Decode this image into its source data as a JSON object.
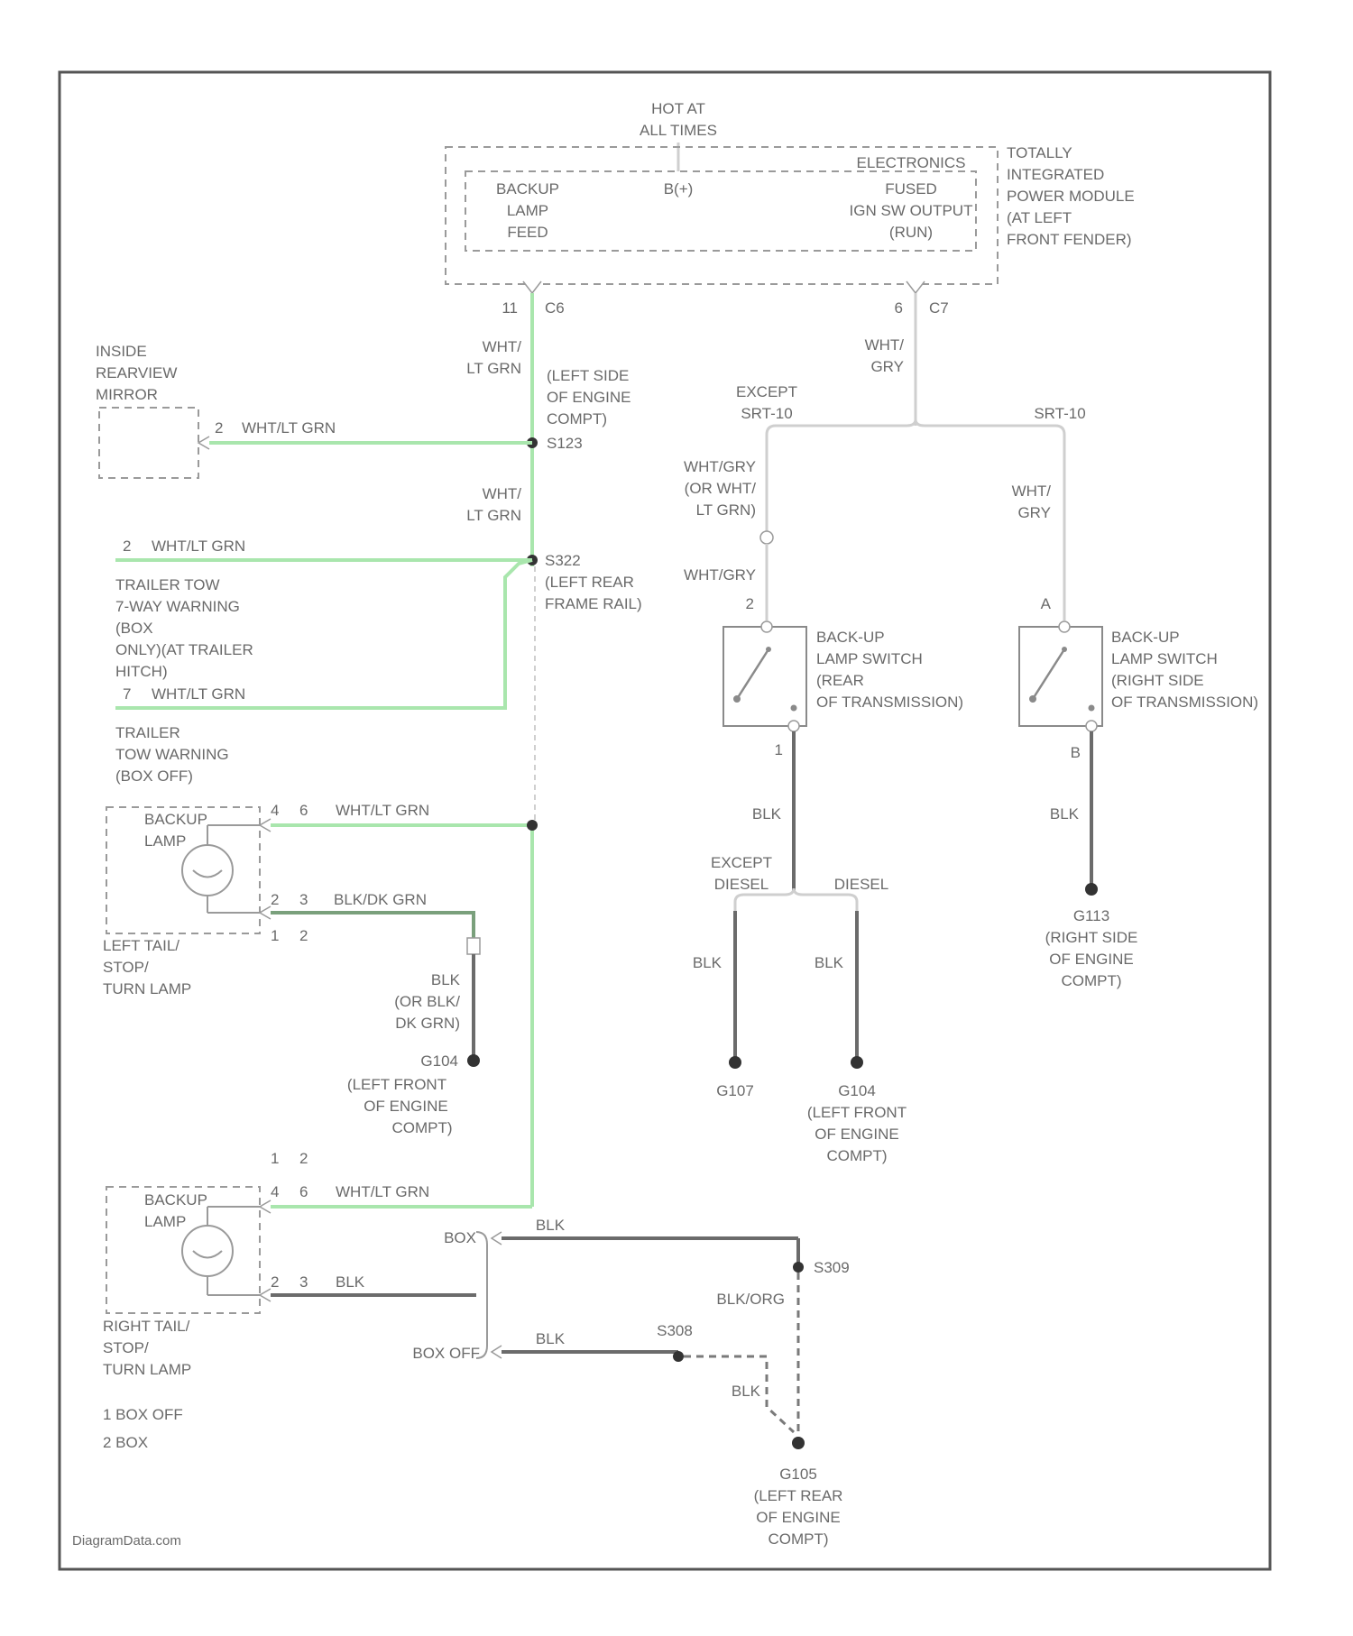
{
  "power": {
    "hot": [
      "HOT AT",
      "ALL TIMES"
    ],
    "tipm": [
      "TOTALLY",
      "INTEGRATED",
      "POWER MODULE",
      "(AT LEFT",
      "FRONT FENDER)"
    ],
    "electronics": "ELECTRONICS",
    "backup_feed": [
      "BACKUP",
      "LAMP",
      "FEED"
    ],
    "bplus": "B(+)",
    "fused": [
      "FUSED",
      "IGN SW OUTPUT",
      "(RUN)"
    ],
    "pin_c6": "11",
    "conn_c6": "C6",
    "pin_c7": "6",
    "conn_c7": "C7"
  },
  "mirror": {
    "label": [
      "INSIDE",
      "REARVIEW",
      "MIRROR"
    ],
    "pin": "2",
    "wire": "WHT/LT GRN"
  },
  "left_wires": {
    "wire1": [
      "WHT/",
      "LT GRN"
    ],
    "splice1": "S123",
    "splice1_loc": [
      "(LEFT SIDE",
      "OF ENGINE",
      "COMPT)"
    ],
    "wire2": [
      "WHT/",
      "LT GRN"
    ],
    "splice2": "S322",
    "splice2_loc": [
      "(LEFT REAR",
      "FRAME RAIL)"
    ]
  },
  "trailer": {
    "pin_a": "2",
    "wire_a": "WHT/LT GRN",
    "label_a": [
      "TRAILER TOW",
      "7-WAY WARNING",
      "(BOX",
      "ONLY)(AT TRAILER",
      "HITCH)"
    ],
    "pin_b": "7",
    "wire_b": "WHT/LT GRN",
    "label_b": [
      "TRAILER",
      "TOW WARNING",
      "(BOX OFF)"
    ]
  },
  "left_lamp": {
    "label": [
      "BACKUP",
      "LAMP"
    ],
    "pins_top": [
      "4",
      "6"
    ],
    "wire_top": "WHT/LT GRN",
    "pins_bottom": [
      "2",
      "3"
    ],
    "wire_bottom": "BLK/DK GRN",
    "pins_bottom_alt": [
      "1",
      "2"
    ],
    "name": [
      "LEFT TAIL/",
      "STOP/",
      "TURN LAMP"
    ],
    "ground_wire": [
      "BLK",
      "(OR BLK/",
      "DK GRN)"
    ],
    "ground": "G104",
    "ground_loc": [
      "(LEFT FRONT",
      "OF ENGINE",
      "COMPT)"
    ]
  },
  "right_lamp": {
    "pins_alt": [
      "1",
      "2"
    ],
    "label": [
      "BACKUP",
      "LAMP"
    ],
    "pins_top": [
      "4",
      "6"
    ],
    "wire_top": "WHT/LT GRN",
    "pins_bottom": [
      "2",
      "3"
    ],
    "wire_bottom": "BLK",
    "name": [
      "RIGHT TAIL/",
      "STOP/",
      "TURN LAMP"
    ],
    "legend_1": "1  BOX OFF",
    "legend_2": "2  BOX"
  },
  "rear_ground": {
    "box": "BOX",
    "blk1": "BLK",
    "splice_a": "S309",
    "box_off": "BOX OFF",
    "blk2": "BLK",
    "splice_b": "S308",
    "blk_org": "BLK/ORG",
    "blk3": "BLK",
    "ground": "G105",
    "ground_loc": [
      "(LEFT REAR",
      "OF ENGINE",
      "COMPT)"
    ]
  },
  "right_side": {
    "wht_gry": [
      "WHT/",
      "GRY"
    ],
    "except_srt": [
      "EXCEPT",
      "SRT-10"
    ],
    "srt": "SRT-10",
    "wht_gry_alt": [
      "WHT/GRY",
      "(OR WHT/",
      "LT GRN)"
    ],
    "wht_gry_2": "WHT/GRY",
    "wht_gry_3": [
      "WHT/",
      "GRY"
    ],
    "switch1_pin_in": "2",
    "switch1_label": [
      "BACK-UP",
      "LAMP SWITCH",
      "(REAR",
      "OF TRANSMISSION)"
    ],
    "switch1_pin_out": "1",
    "switch2_pin_in": "A",
    "switch2_label": [
      "BACK-UP",
      "LAMP SWITCH",
      "(RIGHT SIDE",
      "OF TRANSMISSION)"
    ],
    "switch2_pin_out": "B",
    "blk_a": "BLK",
    "blk_b": "BLK",
    "except_diesel": [
      "EXCEPT",
      "DIESEL"
    ],
    "diesel": "DIESEL",
    "blk_c": "BLK",
    "blk_d": "BLK",
    "g107": "G107",
    "g104": "G104",
    "g104_loc": [
      "(LEFT FRONT",
      "OF ENGINE",
      "COMPT)"
    ],
    "g113": "G113",
    "g113_loc": [
      "(RIGHT SIDE",
      "OF ENGINE",
      "COMPT)"
    ]
  },
  "footer": {
    "watermark": "DiagramData.com"
  }
}
